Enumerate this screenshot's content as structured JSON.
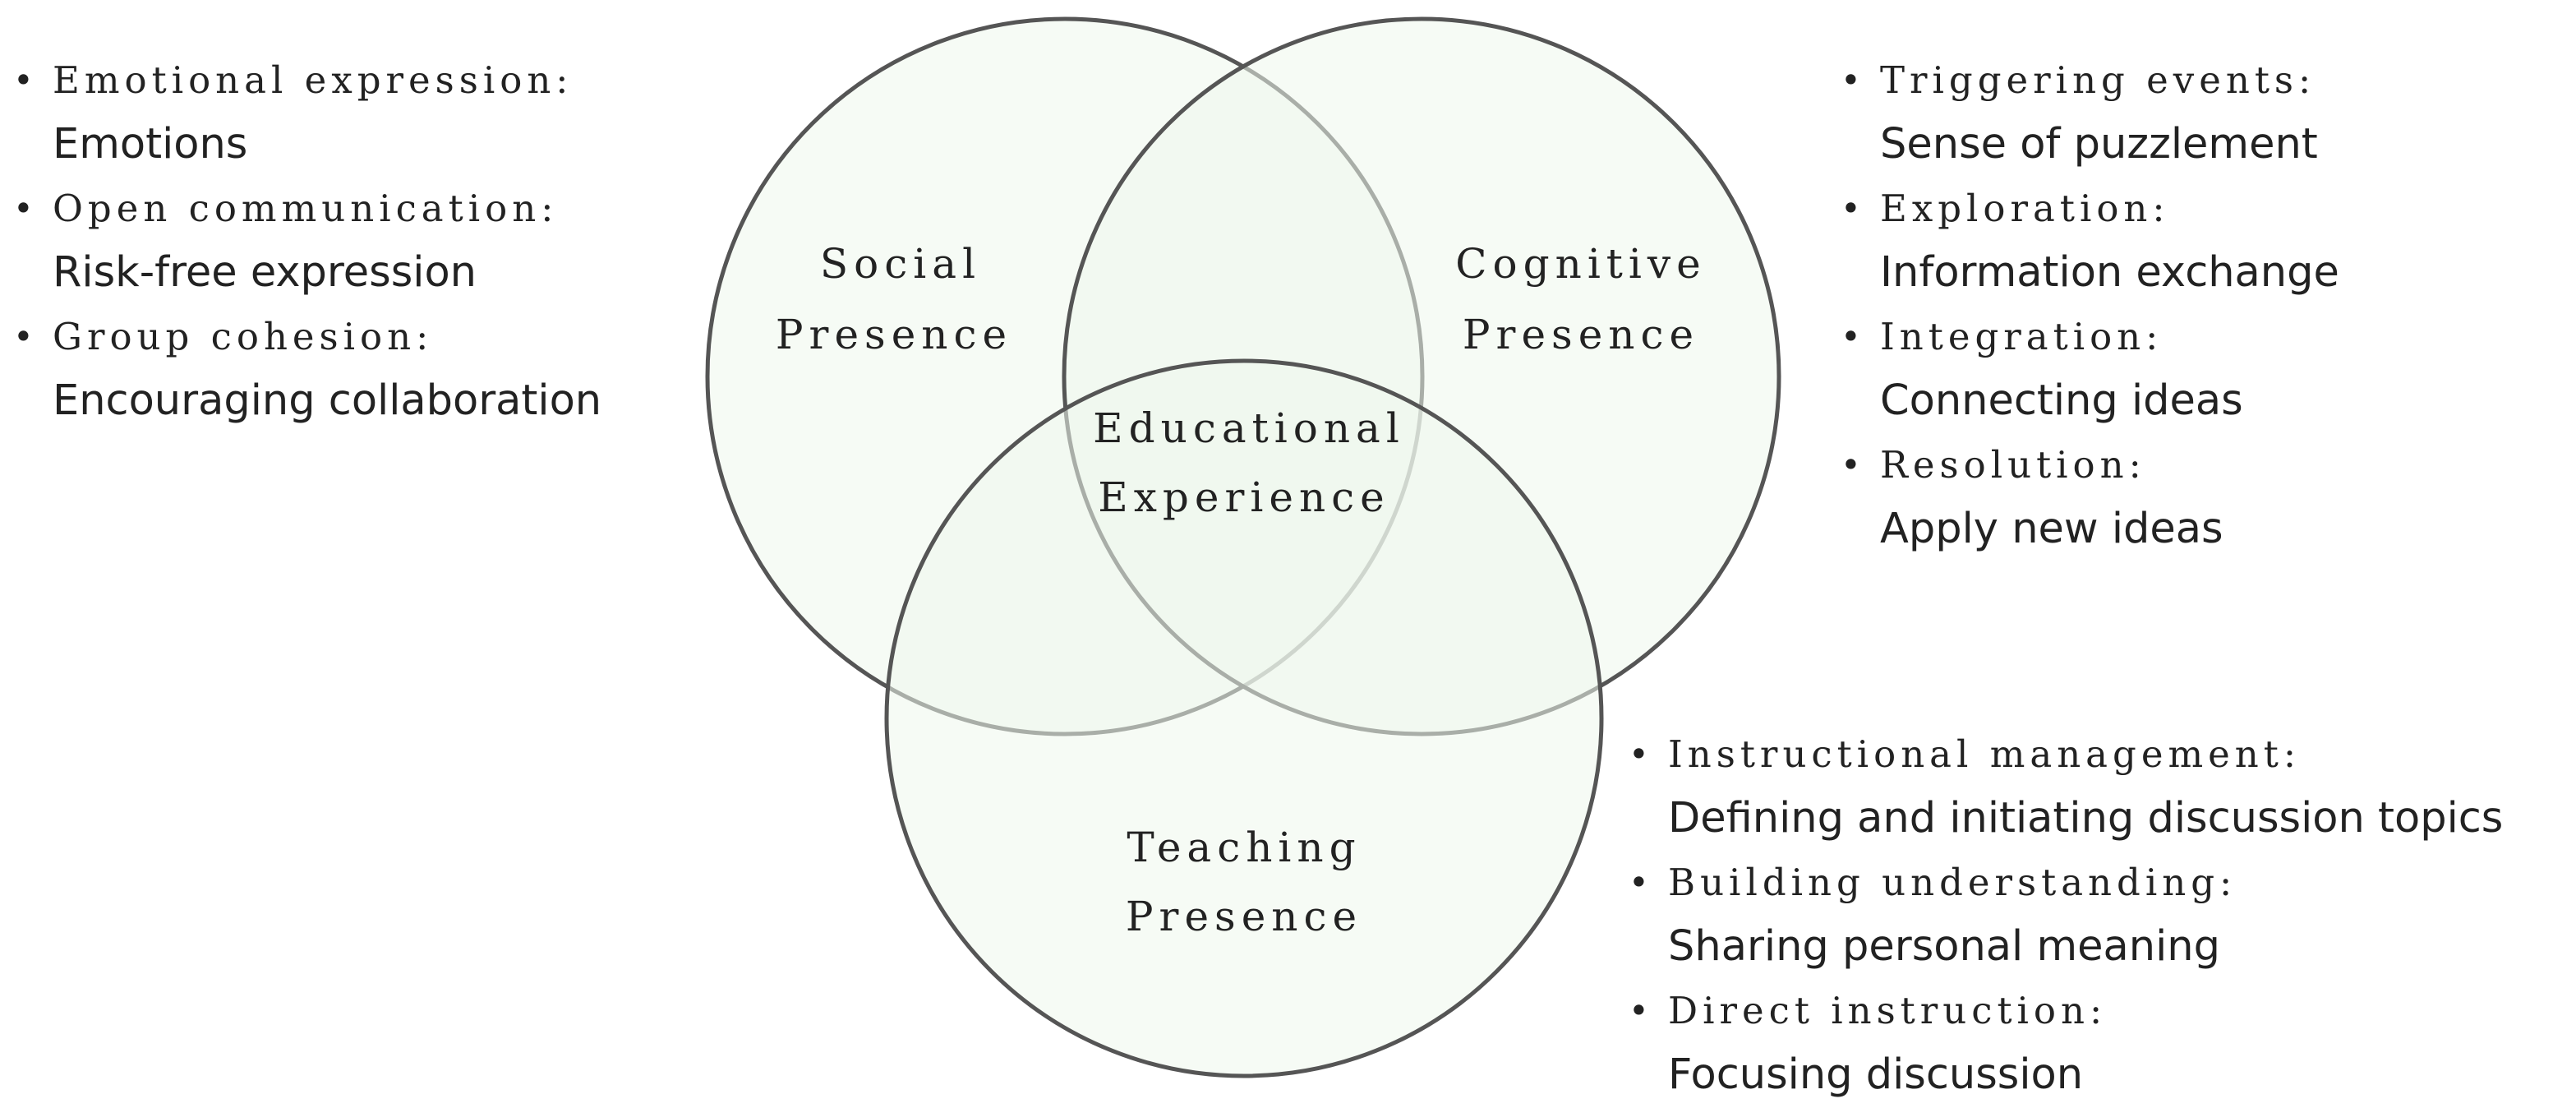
{
  "circles": {
    "social": {
      "label_line1": "Social",
      "label_line2": "Presence",
      "fill": "#eef7ec"
    },
    "cognitive": {
      "label_line1": "Cognitive",
      "label_line2": "Presence",
      "fill": "#eef7ec"
    },
    "teaching": {
      "label_line1": "Teaching",
      "label_line2": "Presence",
      "fill": "#eef7ec"
    },
    "center": {
      "label_line1": "Educational",
      "label_line2": "Experience"
    },
    "stroke_color": "#555555"
  },
  "social_list": [
    {
      "term": "Emotional expression:",
      "desc": "Emotions"
    },
    {
      "term": "Open communication:",
      "desc": "Risk-free expression"
    },
    {
      "term": "Group cohesion:",
      "desc": "Encouraging collaboration"
    }
  ],
  "cognitive_list": [
    {
      "term": "Triggering events:",
      "desc": "Sense of puzzlement"
    },
    {
      "term": "Exploration:",
      "desc": "Information exchange"
    },
    {
      "term": "Integration:",
      "desc": "Connecting ideas"
    },
    {
      "term": "Resolution:",
      "desc": "Apply new ideas"
    }
  ],
  "teaching_list": [
    {
      "term": "Instructional management:",
      "desc": "Defining and initiating discussion topics"
    },
    {
      "term": "Building understanding:",
      "desc": "Sharing personal meaning"
    },
    {
      "term": "Direct instruction:",
      "desc": "Focusing discussion"
    }
  ],
  "bullet_char": "•"
}
